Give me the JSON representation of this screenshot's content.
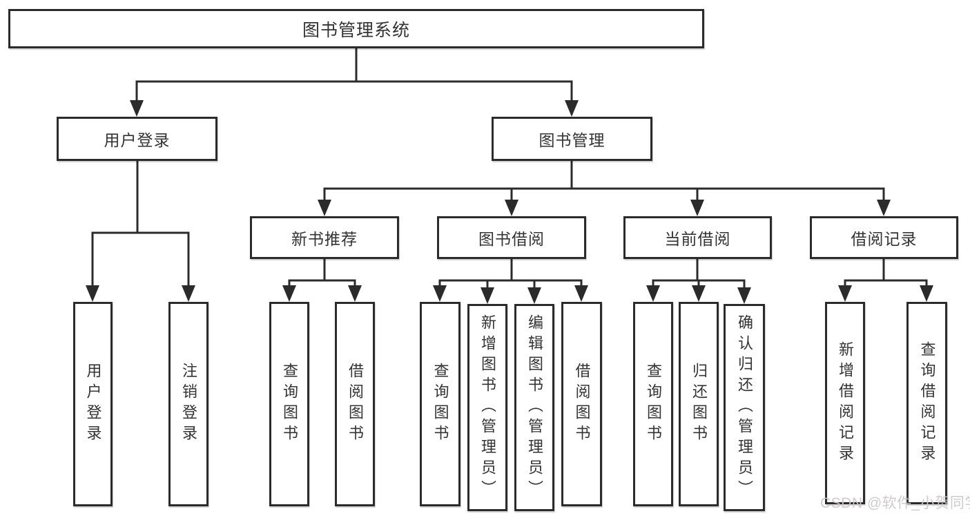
{
  "colors": {
    "line": "#2b2b2b",
    "text": "#333333",
    "watermark": "#cbc8c8",
    "background": "#ffffff"
  },
  "watermark": "CSDN @软件_小贺同学",
  "tree": {
    "root": "图书管理系统",
    "user_login": {
      "label": "用户登录",
      "children": {
        "login": "用户登录",
        "logout": "注销登录"
      }
    },
    "book_mgmt": {
      "label": "图书管理",
      "sections": {
        "new_books": {
          "label": "新书推荐",
          "children": {
            "query": "查询图书",
            "borrow": "借阅图书"
          }
        },
        "borrowing": {
          "label": "图书借阅",
          "children": {
            "query": "查询图书",
            "add": "新增图书（管理员）",
            "edit": "编辑图书（管理员）",
            "borrow": "借阅图书"
          }
        },
        "current": {
          "label": "当前借阅",
          "children": {
            "query": "查询图书",
            "return": "归还图书",
            "confirm": "确认归还（管理员）"
          }
        },
        "records": {
          "label": "借阅记录",
          "children": {
            "add": "新增借阅记录",
            "query": "查询借阅记录"
          }
        }
      }
    }
  }
}
